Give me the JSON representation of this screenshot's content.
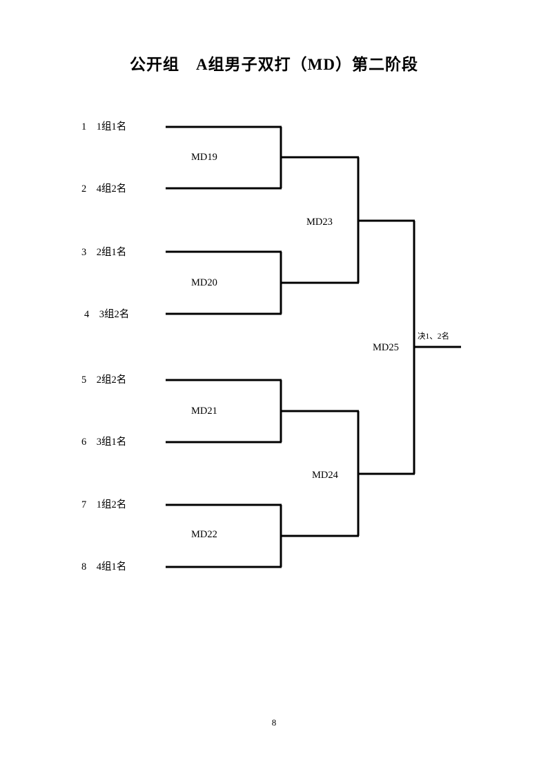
{
  "document": {
    "title": "公开组　A组男子双打（MD）第二阶段",
    "page_number": "8"
  },
  "bracket": {
    "type": "single-elimination",
    "line_color": "#000000",
    "seeds": [
      {
        "number": "1",
        "source": "1组1名",
        "text": "1　1组1名"
      },
      {
        "number": "2",
        "source": "4组2名",
        "text": "2　4组2名"
      },
      {
        "number": "3",
        "source": "2组1名",
        "text": "3　2组1名"
      },
      {
        "number": "4",
        "source": "3组2名",
        "text": "4　3组2名"
      },
      {
        "number": "5",
        "source": "2组2名",
        "text": "5　2组2名"
      },
      {
        "number": "6",
        "source": "3组1名",
        "text": "6　3组1名"
      },
      {
        "number": "7",
        "source": "1组2名",
        "text": "7　1组2名"
      },
      {
        "number": "8",
        "source": "4组1名",
        "text": "8　4组1名"
      }
    ],
    "rounds": [
      {
        "name": "quarterfinals",
        "matches": [
          {
            "id": "MD19",
            "feeds": [
              "1",
              "2"
            ]
          },
          {
            "id": "MD20",
            "feeds": [
              "3",
              "4"
            ]
          },
          {
            "id": "MD21",
            "feeds": [
              "5",
              "6"
            ]
          },
          {
            "id": "MD22",
            "feeds": [
              "7",
              "8"
            ]
          }
        ]
      },
      {
        "name": "semifinals",
        "matches": [
          {
            "id": "MD23",
            "feeds": [
              "MD19",
              "MD20"
            ]
          },
          {
            "id": "MD24",
            "feeds": [
              "MD21",
              "MD22"
            ]
          }
        ]
      },
      {
        "name": "final",
        "matches": [
          {
            "id": "MD25",
            "feeds": [
              "MD23",
              "MD24"
            ]
          }
        ]
      }
    ],
    "final_outcome": "决1、2名"
  }
}
